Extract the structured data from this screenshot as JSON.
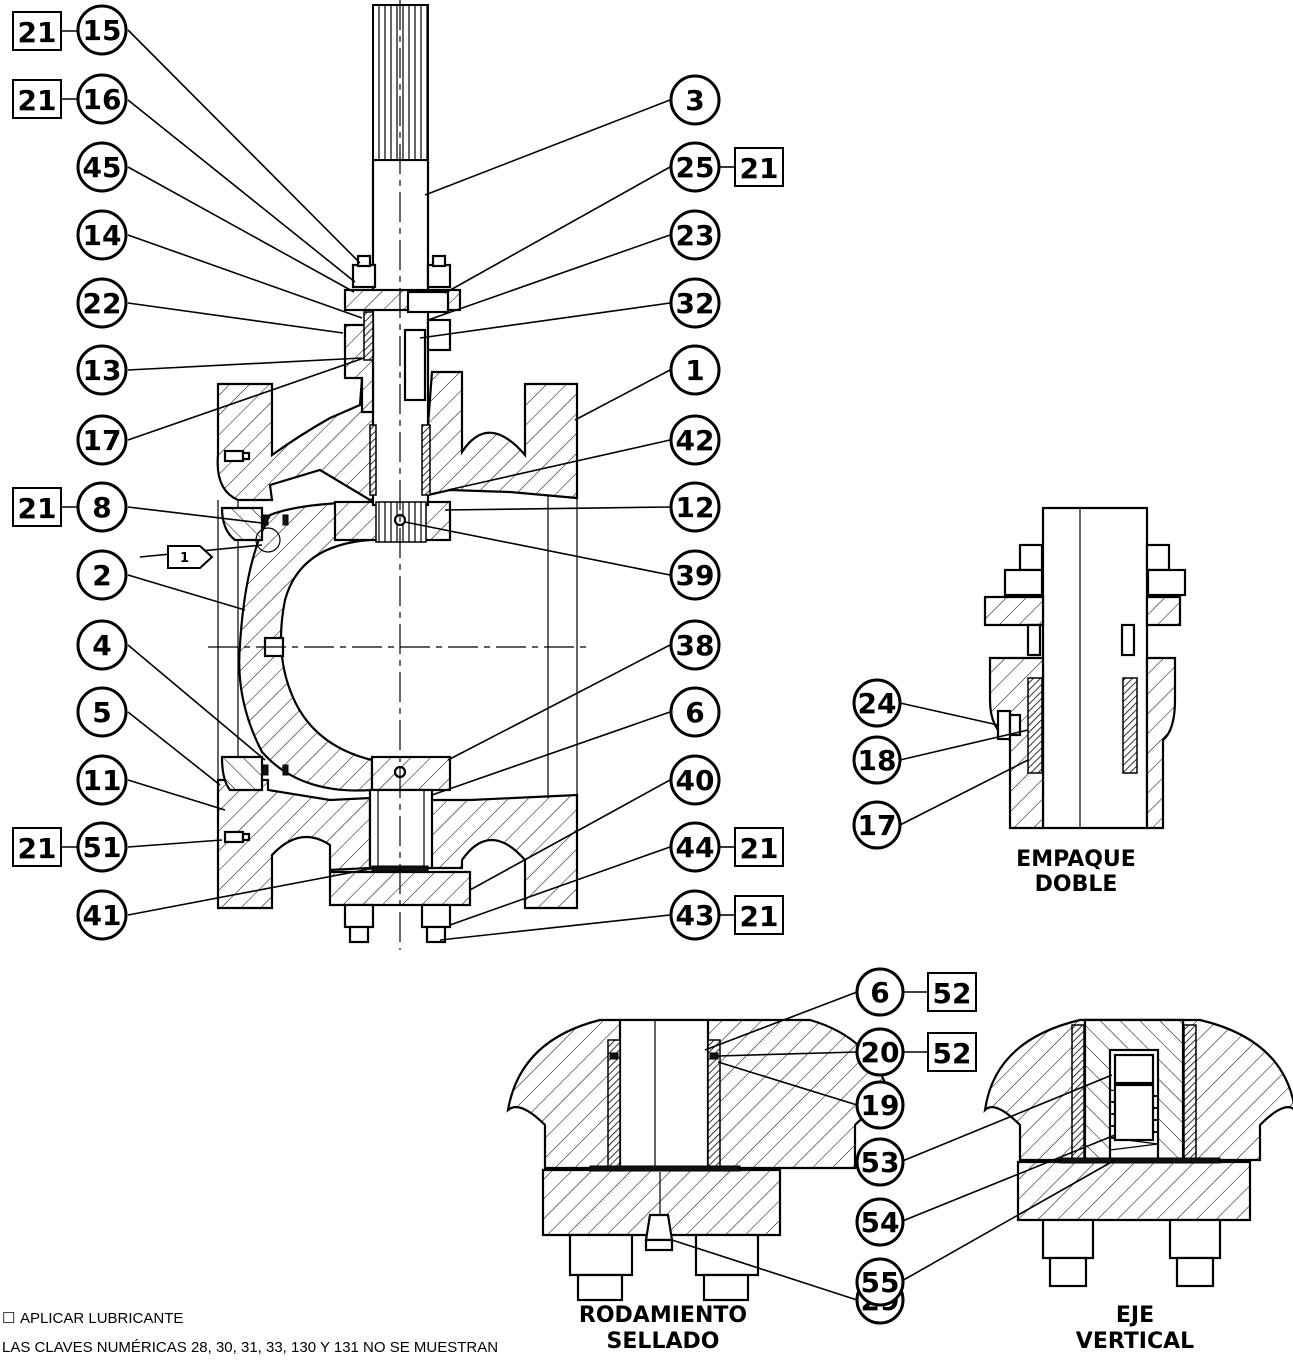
{
  "callouts": {
    "c15": "15",
    "c16": "16",
    "c45": "45",
    "c14": "14",
    "c22": "22",
    "c13": "13",
    "c17": "17",
    "c8": "8",
    "c2": "2",
    "c4": "4",
    "c5": "5",
    "c11": "11",
    "c51": "51",
    "c41": "41",
    "c3": "3",
    "c25": "25",
    "c23": "23",
    "c32": "32",
    "c1": "1",
    "c42": "42",
    "c12": "12",
    "c39": "39",
    "c38": "38",
    "c6": "6",
    "c40": "40",
    "c44": "44",
    "c43": "43",
    "d24": "24",
    "d18": "18",
    "d17": "17",
    "s6": "6",
    "s20": "20",
    "s19": "19",
    "s29": "29",
    "v53": "53",
    "v54": "54",
    "v55": "55"
  },
  "boxes": {
    "b15": "21",
    "b16": "21",
    "b8": "21",
    "b51": "21",
    "b25": "21",
    "b44": "21",
    "b43": "21",
    "s6": "52",
    "s20": "52"
  },
  "flag_note": "1",
  "sections": {
    "double_packing": {
      "line1": "EMPAQUE",
      "line2": "DOBLE"
    },
    "sealed_bearing": {
      "line1": "RODAMIENTO",
      "line2": "SELLADO"
    },
    "vertical_shaft": {
      "line1": "EJE",
      "line2": "VERTICAL"
    }
  },
  "notes": {
    "legend_symbol": "☐",
    "legend": "APLICAR LUBRICANTE",
    "footnote": "LAS CLAVES NUMÉRICAS 28, 30, 31, 33, 130 Y 131 NO SE MUESTRAN"
  }
}
